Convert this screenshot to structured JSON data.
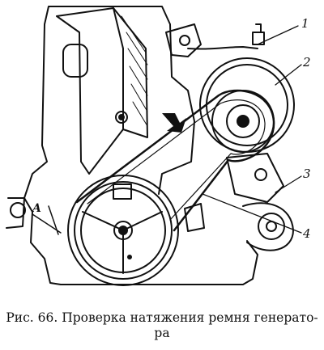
{
  "figure": {
    "callouts": {
      "c1": "1",
      "c2": "2",
      "c3": "3",
      "c4": "4"
    },
    "deflection_letter": "A"
  },
  "caption": {
    "line1": "Рис. 66. Проверка натяжения ремня генерато-",
    "line2": "ра"
  }
}
